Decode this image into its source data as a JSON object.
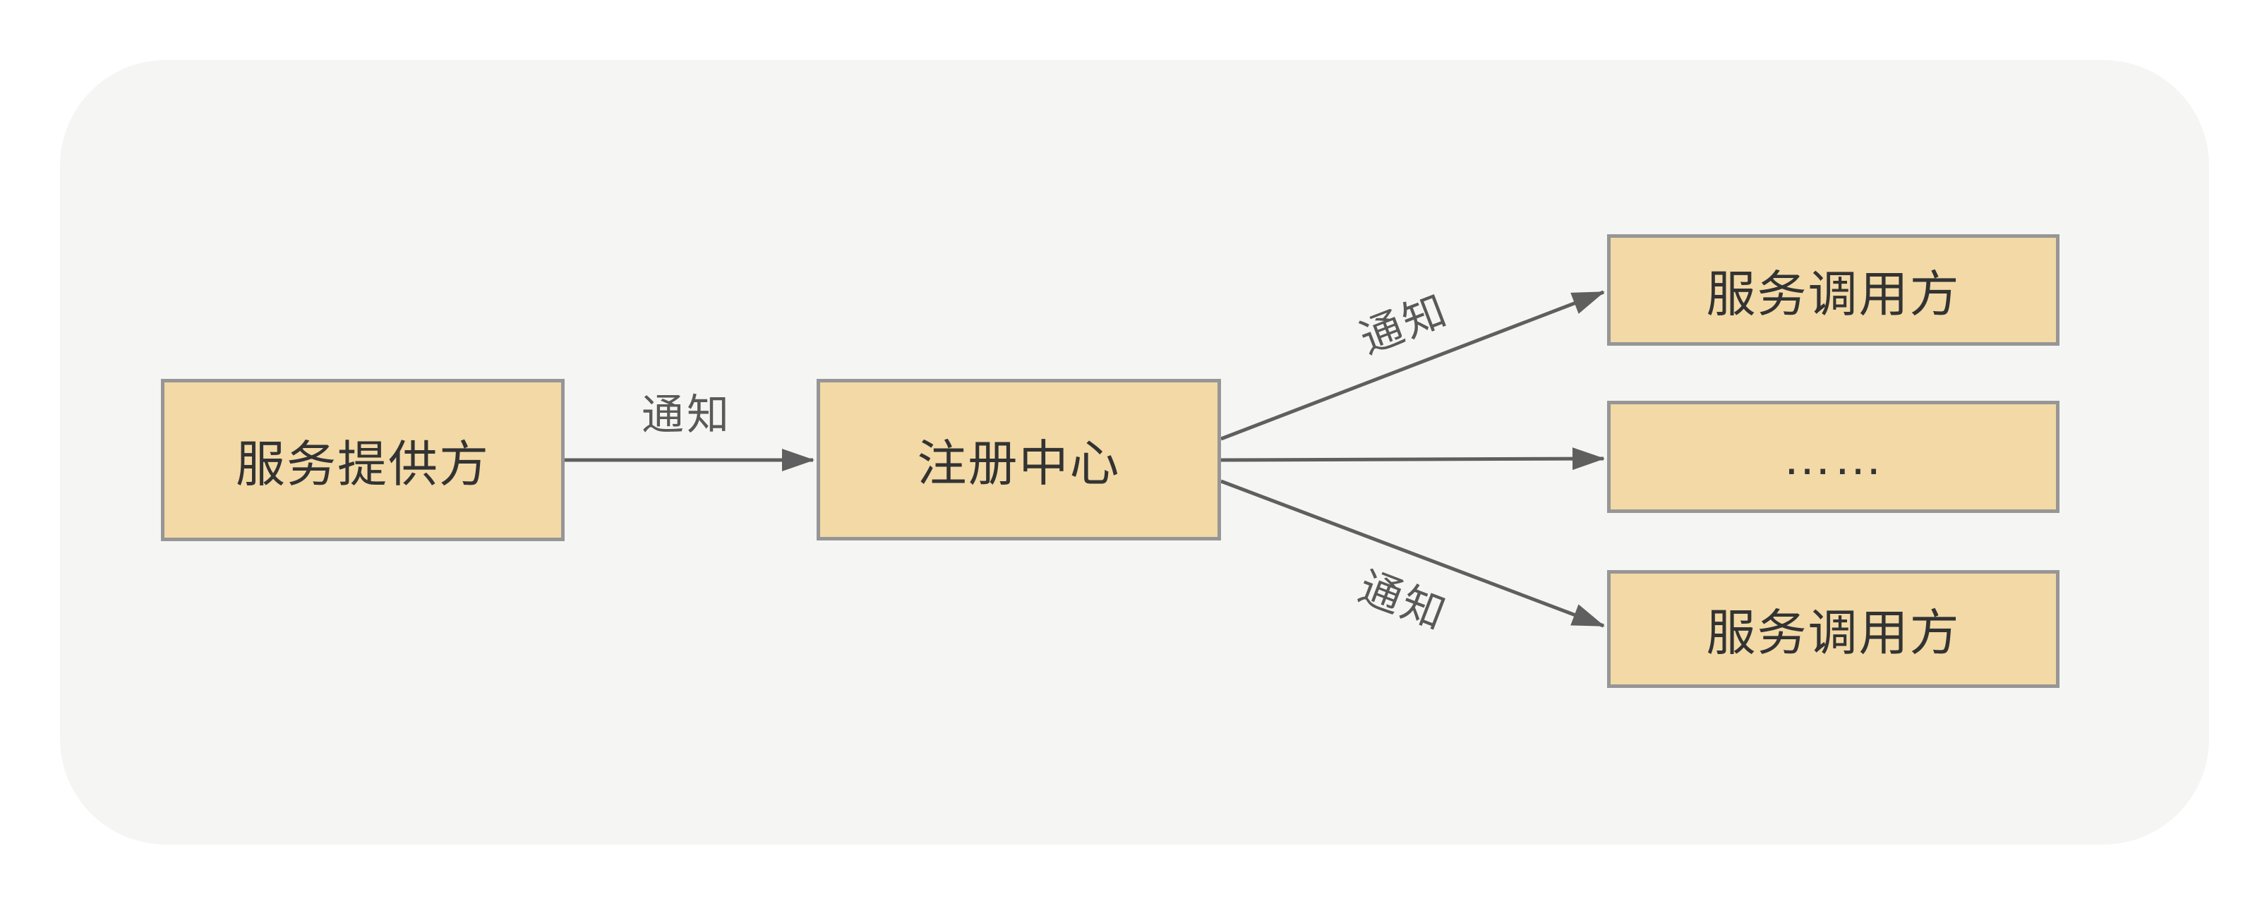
{
  "diagram": {
    "nodes": [
      {
        "id": "provider",
        "label": "服务提供方"
      },
      {
        "id": "registry",
        "label": "注册中心"
      },
      {
        "id": "consumer_top",
        "label": "服务调用方"
      },
      {
        "id": "ellipsis",
        "label": "……"
      },
      {
        "id": "consumer_bottom",
        "label": "服务调用方"
      }
    ],
    "edges": [
      {
        "from": "provider",
        "to": "registry",
        "label": "通知"
      },
      {
        "from": "registry",
        "to": "consumer_top",
        "label": "通知"
      },
      {
        "from": "registry",
        "to": "ellipsis",
        "label": ""
      },
      {
        "from": "registry",
        "to": "consumer_bottom",
        "label": "通知"
      }
    ],
    "colors": {
      "node_fill": "#f2d9a6",
      "node_border": "#969696",
      "node_text": "#333333",
      "edge": "#5f5f5f",
      "edge_label": "#595959",
      "card_background": "#f5f5f3",
      "page_background": "#ffffff"
    }
  }
}
